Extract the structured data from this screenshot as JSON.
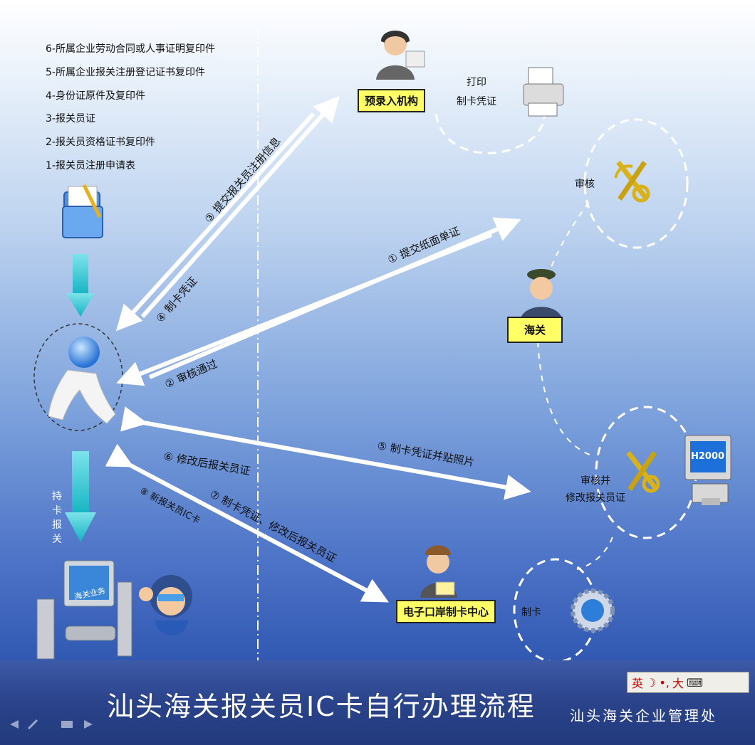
{
  "documents": [
    "6-所属企业劳动合同或人事证明复印件",
    "5-所属企业报关注册登记证书复印件",
    "4-身份证原件及复印件",
    "3-报关员证",
    "2-报关员资格证书复印件",
    "1-报关员注册申请表"
  ],
  "nodes": {
    "prerecord": "预录入机构",
    "customs": "海关",
    "center": "电子口岸制卡中心"
  },
  "notes": {
    "print": "打印",
    "print2": "制卡凭证",
    "review": "审核",
    "review2a": "审核并",
    "review2b": "修改报关员证",
    "makecard": "制卡",
    "hold_card": [
      "持",
      "卡",
      "报",
      "关"
    ]
  },
  "steps": {
    "s1": "① 提交纸面单证",
    "s2": "② 审核通过",
    "s3": "③ 提交报关员注册信息",
    "s4": "④ 制卡凭证",
    "s5": "⑤ 制卡凭证并贴照片",
    "s6": "⑥ 修改后报关员证",
    "s7": "⑦ 制卡凭证、修改后报关员证",
    "s8": "⑧ 新报关员IC卡"
  },
  "monitor_screen": "海关业务",
  "h2000": "H2000",
  "footer": {
    "title": "汕头海关报关员IC卡自行办理流程",
    "dept": "汕头海关企业管理处"
  },
  "ime": "英",
  "ime2": "大",
  "colors": {
    "arrow": "#ffffff",
    "label_bg": "#ffff66",
    "down_arrow": "#1fbfc9"
  }
}
